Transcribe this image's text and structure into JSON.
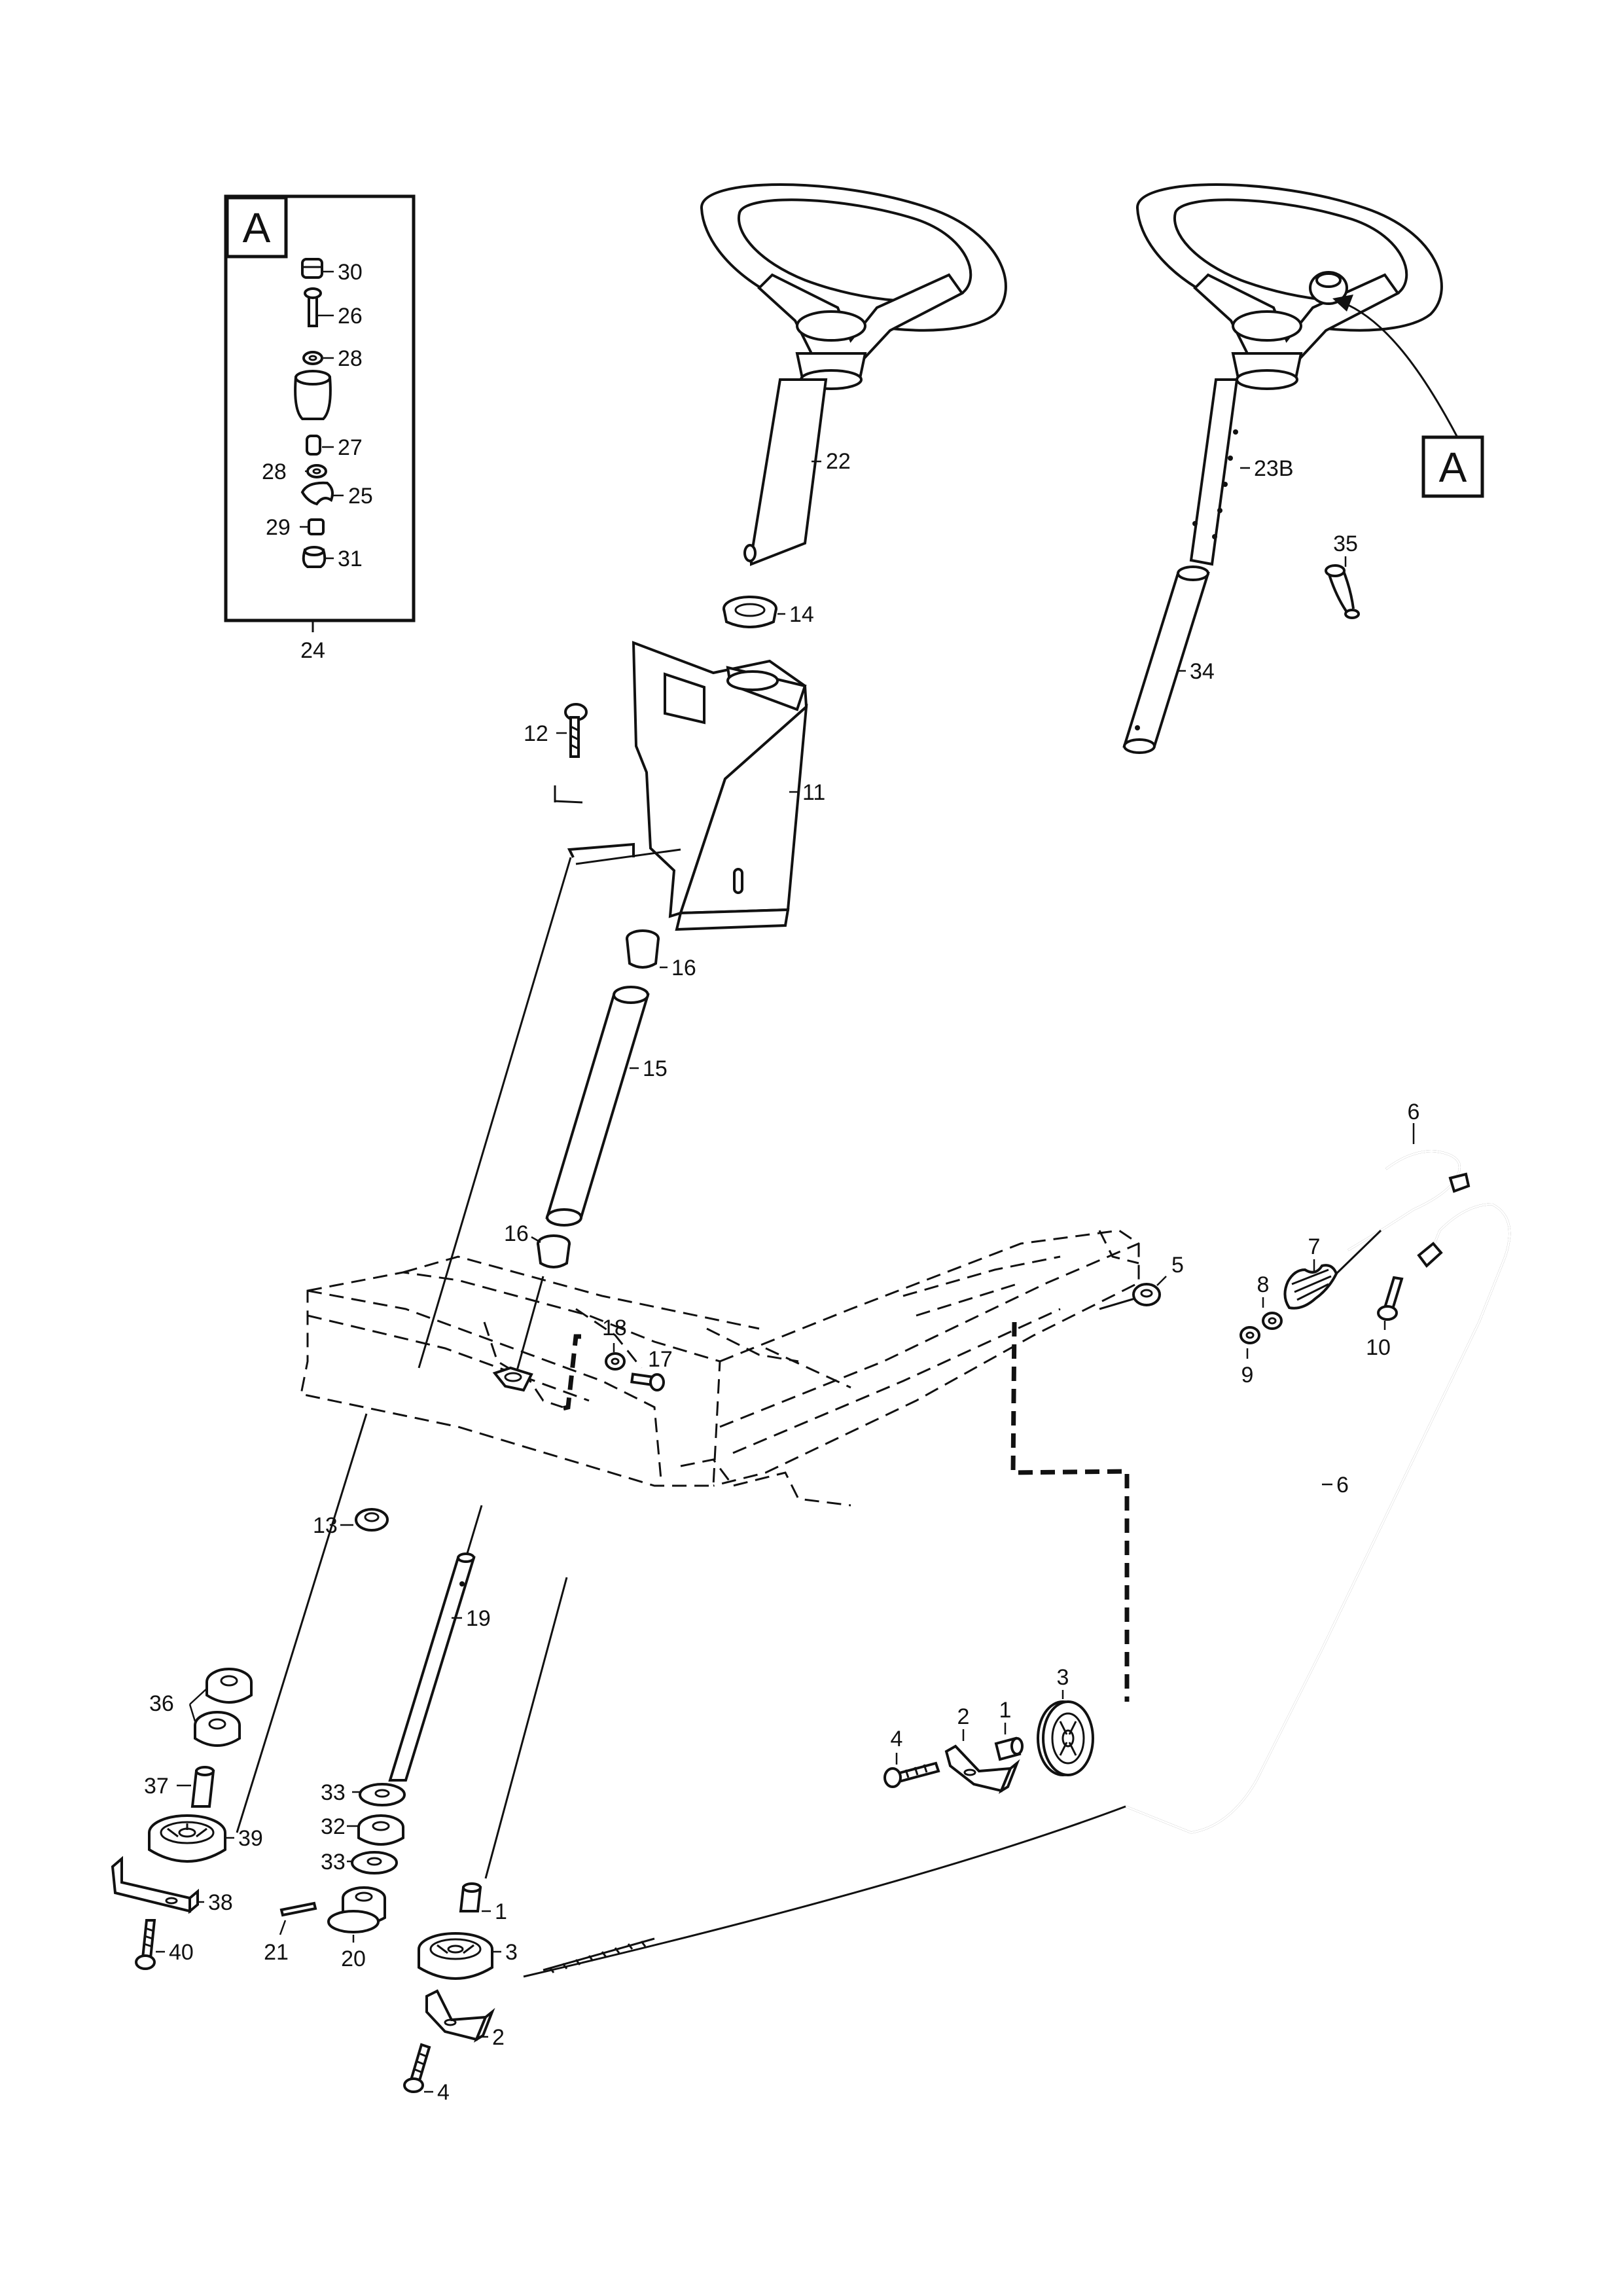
{
  "inset": {
    "letter": "A",
    "caption": "24",
    "labels": {
      "p30": "30",
      "p26": "26",
      "p28a": "28",
      "p27": "27",
      "p28b": "28",
      "p25": "25",
      "p29": "29",
      "p31": "31"
    }
  },
  "callout": {
    "letter": "A"
  },
  "labels": {
    "p22": "22",
    "p23B": "23B",
    "p35": "35",
    "p34": "34",
    "p14": "14",
    "p12": "12",
    "p11": "11",
    "p16a": "16",
    "p15": "15",
    "p16b": "16",
    "p18": "18",
    "p17": "17",
    "p13": "13",
    "p19": "19",
    "p5": "5",
    "p6a": "6",
    "p7": "7",
    "p8": "8",
    "p9": "9",
    "p10": "10",
    "p6b": "6",
    "p36": "36",
    "p37": "37",
    "p39": "39",
    "p38": "38",
    "p40": "40",
    "p33a": "33",
    "p32": "32",
    "p33b": "33",
    "p21": "21",
    "p20": "20",
    "p1a": "1",
    "p3a": "3",
    "p2a": "2",
    "p4a": "4",
    "p3b": "3",
    "p1b": "1",
    "p2b": "2",
    "p4b": "4"
  }
}
